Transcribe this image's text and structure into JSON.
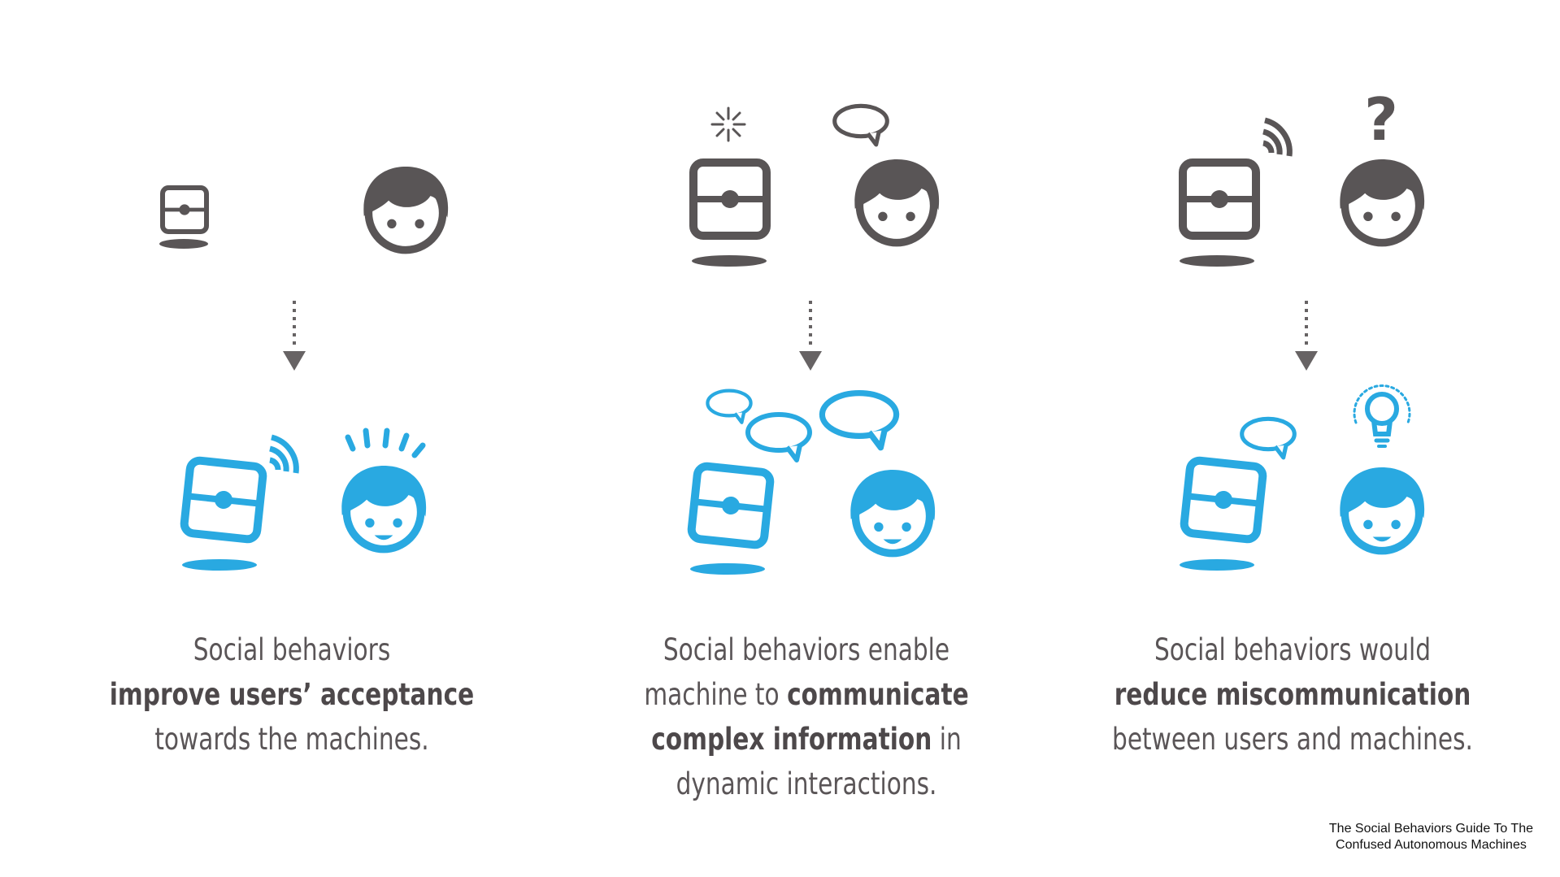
{
  "colors": {
    "before": "#595556",
    "after": "#29a9e1",
    "arrow": "#676364"
  },
  "panels": [
    {
      "caption": {
        "line1": "Social behaviors",
        "line2_bold": "improve users’ acceptance",
        "line3": "towards the machines."
      }
    },
    {
      "caption": {
        "line1": "Social behaviors enable",
        "line2a": "machine to ",
        "line2_bold": "communicate",
        "line3_bold": "complex information",
        "line3b": " in",
        "line4": "dynamic interactions."
      }
    },
    {
      "caption": {
        "line1": "Social behaviors would",
        "line2_bold": "reduce miscommunication",
        "line3": "between users and machines."
      }
    }
  ],
  "icons": {
    "panel1_top": [
      "robot-icon",
      "user-face-icon"
    ],
    "panel2_top": [
      "robot-icon",
      "thinking-sparkle-icon",
      "speech-bubble-icon",
      "user-face-icon"
    ],
    "panel3_top": [
      "robot-icon",
      "signal-waves-icon",
      "question-mark-icon",
      "user-face-icon"
    ],
    "panel1_bottom": [
      "robot-icon",
      "signal-waves-icon",
      "excitement-lines-icon",
      "happy-face-icon"
    ],
    "panel2_bottom": [
      "speech-bubble-icon",
      "robot-icon",
      "happy-face-icon"
    ],
    "panel3_bottom": [
      "speech-bubble-icon",
      "robot-icon",
      "lightbulb-icon",
      "happy-face-icon"
    ]
  },
  "question_mark": "?",
  "source": {
    "line1": "The Social Behaviors Guide To The",
    "line2": "Confused Autonomous Machines"
  }
}
